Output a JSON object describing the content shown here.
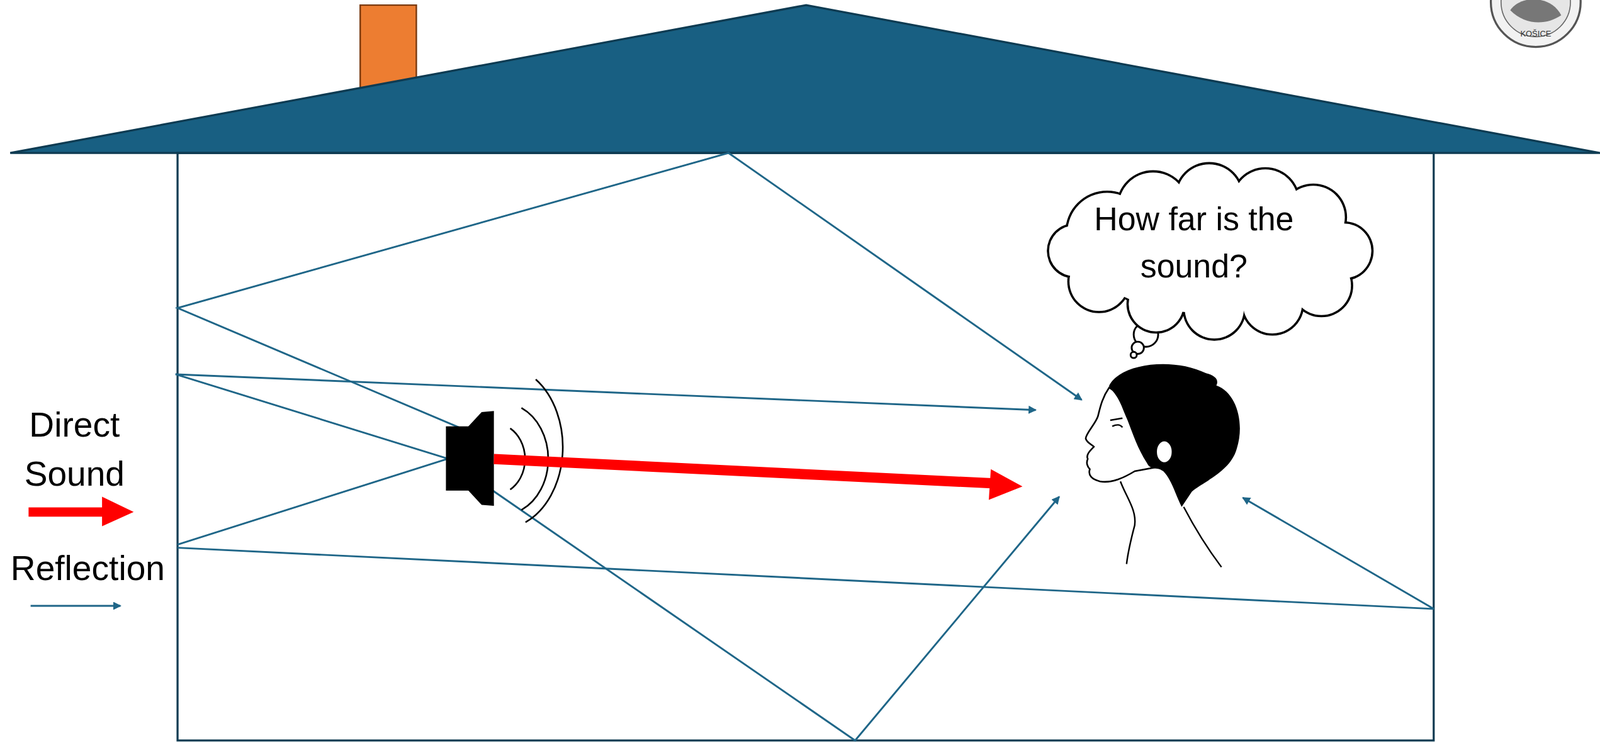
{
  "diagram": {
    "nodes": [
      {
        "text": [
          "How far is the sound?"
        ]
      }
    ],
    "labels": [
      "KOŠICE"
    ],
    "legend": [
      {
        "text": "Direct Sound"
      },
      {
        "text": "Reflection"
      }
    ]
  }
}
